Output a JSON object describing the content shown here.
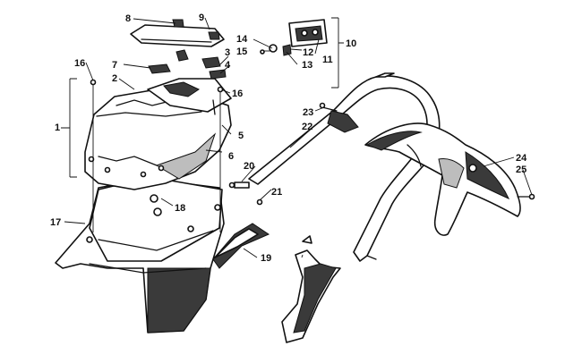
{
  "callouts": {
    "c1": "1",
    "c2": "2",
    "c3": "3",
    "c4": "4",
    "c5": "5",
    "c6": "6",
    "c7": "7",
    "c8": "8",
    "c9": "9",
    "c10": "10",
    "c11": "11",
    "c12": "12",
    "c13": "13",
    "c14": "14",
    "c15": "15",
    "c16a": "16",
    "c16b": "16",
    "c17": "17",
    "c18": "18",
    "c19": "19",
    "c20": "20",
    "c21": "21",
    "c22": "22",
    "c23": "23",
    "c24": "24",
    "c25": "25"
  },
  "colors": {
    "ink": "#111111",
    "shade": "#3a3a3a",
    "paper": "#ffffff"
  }
}
